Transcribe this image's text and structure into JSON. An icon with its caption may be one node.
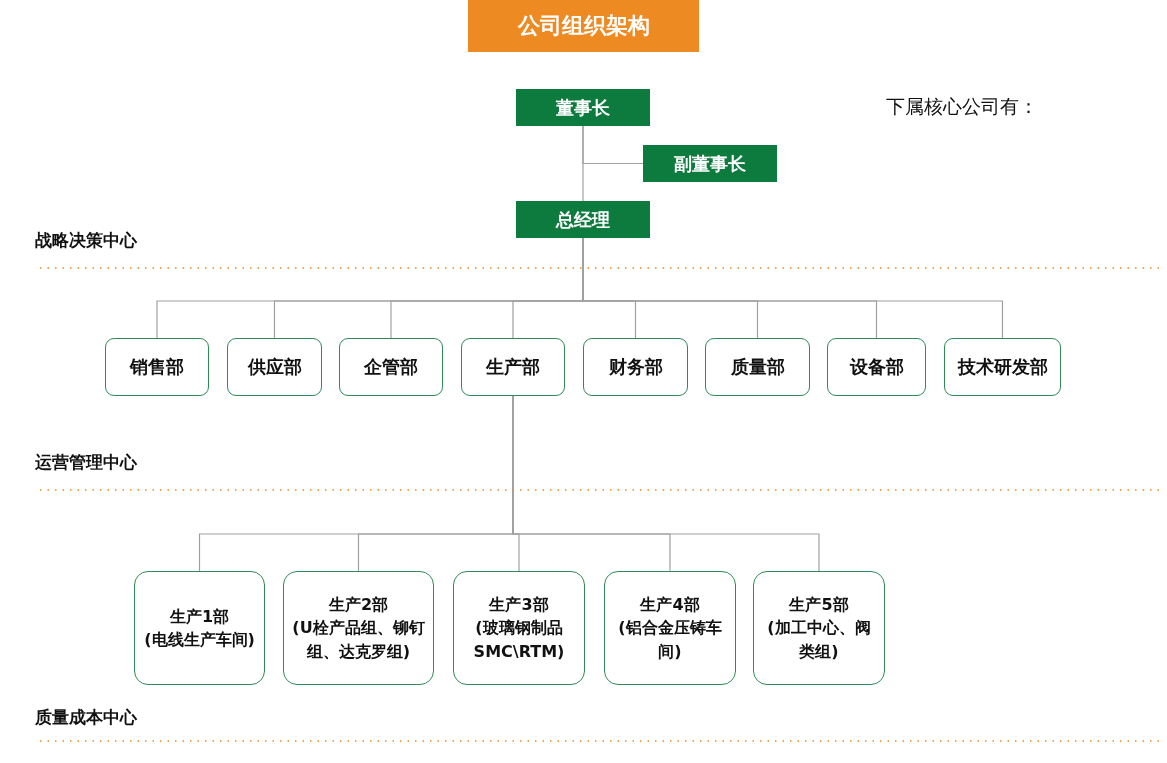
{
  "diagram": {
    "title": "公司组织架构",
    "nodes": [
      {
        "text": [
          "董事长"
        ]
      },
      {
        "text": [
          "副董事长"
        ]
      },
      {
        "text": [
          "总经理"
        ]
      },
      {
        "text": [
          "销售部"
        ]
      },
      {
        "text": [
          "供应部"
        ]
      },
      {
        "text": [
          "企管部"
        ]
      },
      {
        "text": [
          "生产部"
        ]
      },
      {
        "text": [
          "财务部"
        ]
      },
      {
        "text": [
          "质量部"
        ]
      },
      {
        "text": [
          "设备部"
        ]
      },
      {
        "text": [
          "技术研发部"
        ]
      },
      {
        "text": [
          "生产1部",
          "(电线生产车间)"
        ]
      },
      {
        "text": [
          "生产2部",
          "(U栓产品组、铆钉组、达克罗组)"
        ]
      },
      {
        "text": [
          "生产3部",
          "(玻璃钢制品SMC\\RTM)"
        ]
      },
      {
        "text": [
          "生产4部",
          "(铝合金压铸车间)"
        ]
      },
      {
        "text": [
          "生产5部",
          "(加工中心、阀类组)"
        ]
      }
    ],
    "edges": [
      {
        "from": 0,
        "to": 2,
        "arrow": "none"
      },
      {
        "from": 0,
        "to": 1,
        "arrow": "none"
      },
      {
        "from": 2,
        "to": 3,
        "arrow": "none"
      },
      {
        "from": 2,
        "to": 4,
        "arrow": "none"
      },
      {
        "from": 2,
        "to": 5,
        "arrow": "none"
      },
      {
        "from": 2,
        "to": 6,
        "arrow": "none"
      },
      {
        "from": 2,
        "to": 7,
        "arrow": "none"
      },
      {
        "from": 2,
        "to": 8,
        "arrow": "none"
      },
      {
        "from": 2,
        "to": 9,
        "arrow": "none"
      },
      {
        "from": 2,
        "to": 10,
        "arrow": "none"
      },
      {
        "from": 6,
        "to": 11,
        "arrow": "none"
      },
      {
        "from": 6,
        "to": 12,
        "arrow": "none"
      },
      {
        "from": 6,
        "to": 13,
        "arrow": "none"
      },
      {
        "from": 6,
        "to": 14,
        "arrow": "none"
      },
      {
        "from": 6,
        "to": 15,
        "arrow": "none"
      }
    ],
    "labels": [
      "下属核心公司有：",
      "战略决策中心",
      "运营管理中心",
      "质量成本中心"
    ]
  }
}
